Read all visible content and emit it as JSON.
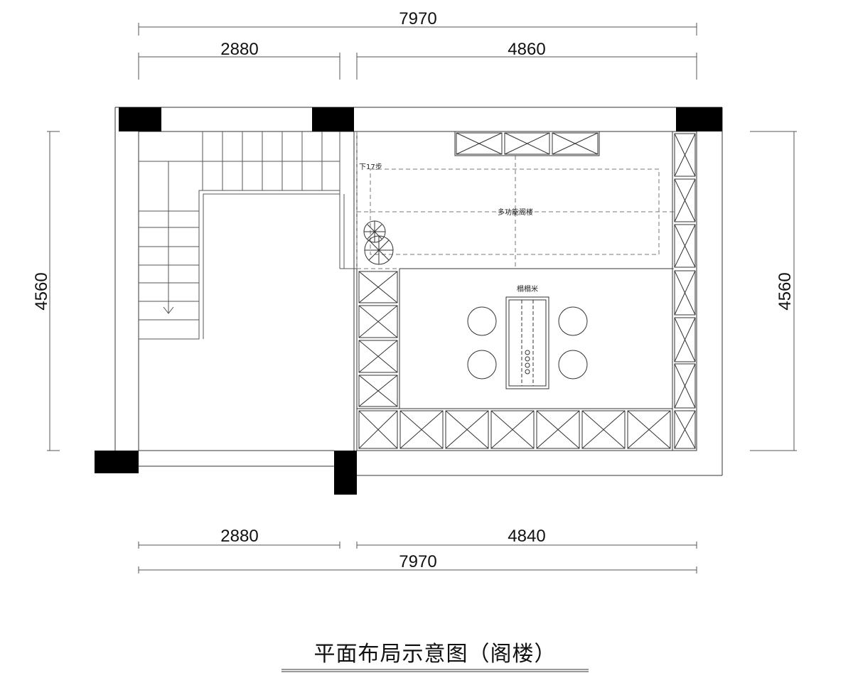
{
  "dimensions": {
    "top_total": "7970",
    "top_left": "2880",
    "top_right": "4860",
    "bottom_left": "2880",
    "bottom_right": "4840",
    "bottom_total": "7970",
    "left_height": "4560",
    "right_height": "4560"
  },
  "labels": {
    "stair_note": "下17步",
    "room_attic": "多功能阁楼",
    "room_tatami": "榻榻米"
  },
  "title": "平面布局示意图（阁楼）"
}
